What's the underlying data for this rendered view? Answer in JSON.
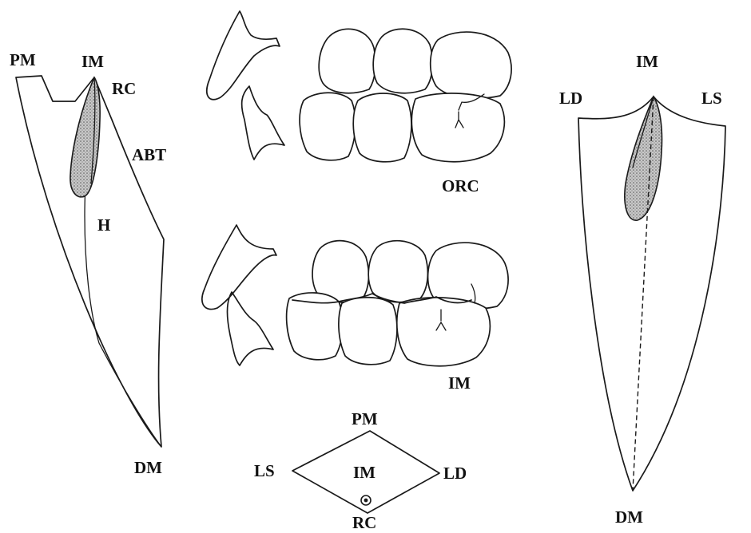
{
  "left_view": {
    "labels": {
      "pm": "PM",
      "im": "IM",
      "rc": "RC",
      "abt": "ABT",
      "h": "H",
      "dm": "DM"
    }
  },
  "center_top": {
    "labels": {
      "orc": "ORC"
    }
  },
  "center_bottom": {
    "labels": {
      "im": "IM"
    }
  },
  "diamond": {
    "labels": {
      "pm": "PM",
      "ls": "LS",
      "im": "IM",
      "ld": "LD",
      "rc": "RC"
    }
  },
  "right_view": {
    "labels": {
      "im": "IM",
      "ld": "LD",
      "ls": "LS",
      "dm": "DM"
    }
  },
  "colors": {
    "ink": "#1a1a1a",
    "shade": "#9a9a9a",
    "background": "#ffffff"
  }
}
